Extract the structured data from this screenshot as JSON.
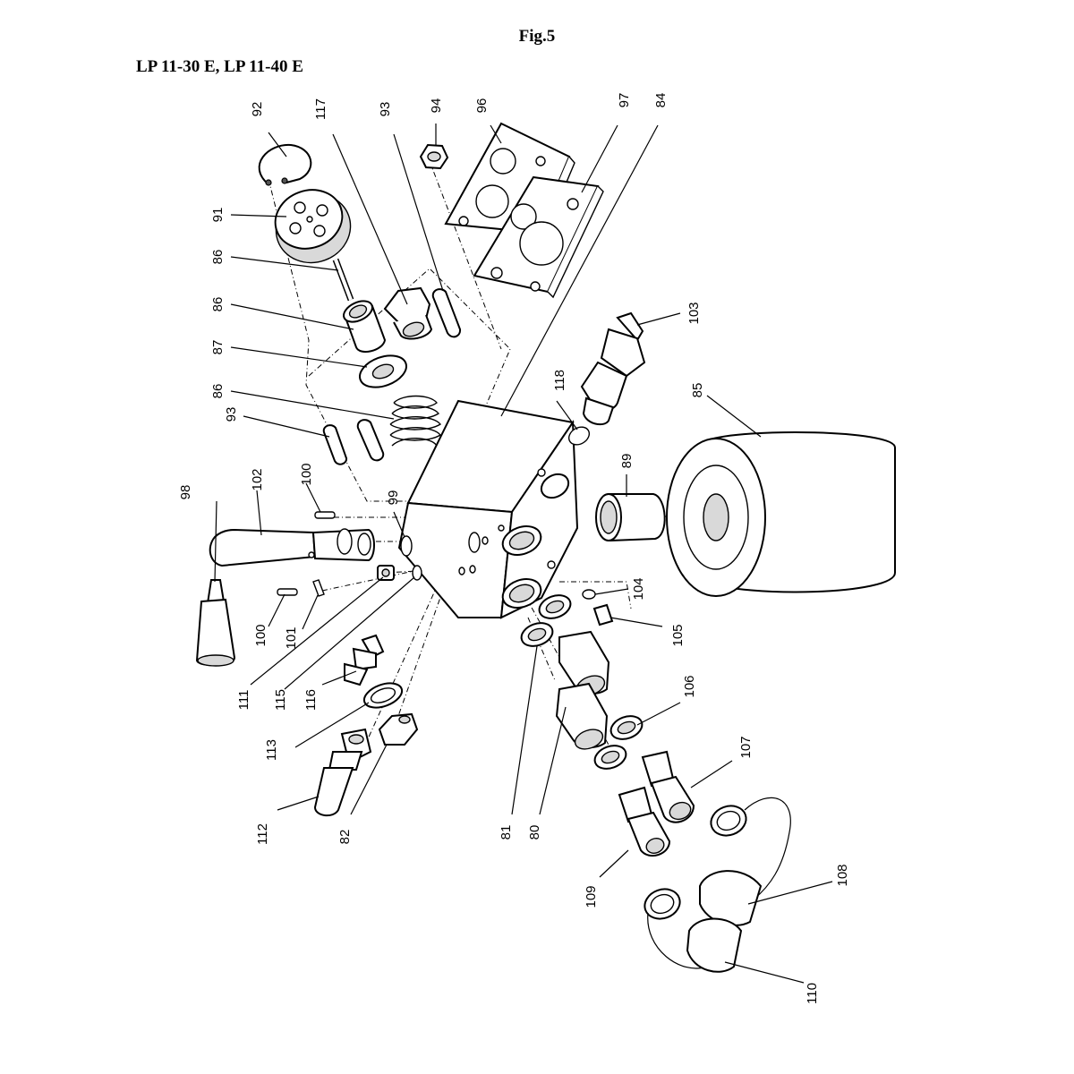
{
  "figure": {
    "label": "Fig.5",
    "models": "LP 11-30 E, LP 11-40 E"
  },
  "callouts": {
    "c92": "92",
    "c117": "117",
    "c93a": "93",
    "c94": "94",
    "c96": "96",
    "c97": "97",
    "c84": "84",
    "c91": "91",
    "c86a": "86",
    "c86b": "86",
    "c87": "87",
    "c86c": "86",
    "c93b": "93",
    "c103": "103",
    "c118": "118",
    "c85": "85",
    "c89": "89",
    "c98": "98",
    "c102": "102",
    "c100a": "100",
    "c99": "99",
    "c100b": "100",
    "c101": "101",
    "c104": "104",
    "c105": "105",
    "c111": "111",
    "c115": "115",
    "c116": "116",
    "c113": "113",
    "c106": "106",
    "c107": "107",
    "c112": "112",
    "c82": "82",
    "c81": "81",
    "c80": "80",
    "c109": "109",
    "c108": "108",
    "c110": "110"
  }
}
